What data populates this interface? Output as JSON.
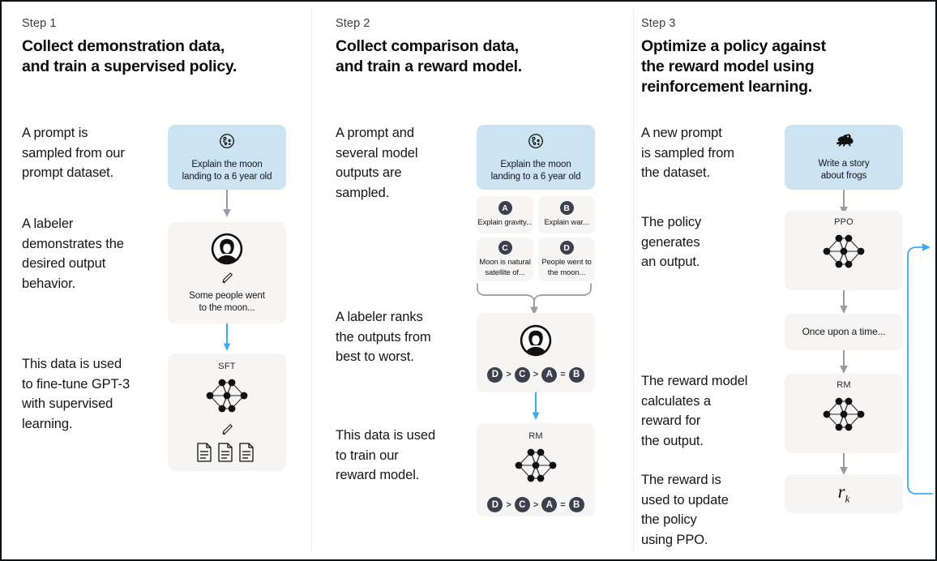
{
  "meta": {
    "title": "InstructGPT / RLHF three-step training diagram",
    "accent_blue": "#cce3f2",
    "panel_gray": "#f6f5f3",
    "arrow_gray": "#9a9aa6",
    "arrow_blue": "#3fa9f5",
    "token_dark": "#3b3f4e"
  },
  "steps": [
    {
      "label": "Step 1",
      "title_lines": [
        "Collect demonstration data,",
        "and train a supervised policy."
      ],
      "paragraphs": [
        "A prompt is\nsampled from our\nprompt dataset.",
        "A labeler\ndemonstrates the\ndesired output\nbehavior.",
        "This data is used\nto fine-tune GPT-3\nwith supervised\nlearning."
      ],
      "prompt_box": {
        "icon": "moon-icon",
        "caption": "Explain the moon\nlanding to a 6 year old"
      },
      "labeler_box": {
        "icon": "labeler-avatar-icon",
        "sub_icon": "pencil-icon",
        "caption": "Some people went\nto the moon..."
      },
      "model_box": {
        "label": "SFT",
        "icon": "neural-network-icon",
        "sub_icon": "pencil-icon",
        "docs_icon": "documents-icon"
      }
    },
    {
      "label": "Step 2",
      "title_lines": [
        "Collect comparison data,",
        "and train a reward model."
      ],
      "paragraphs": [
        "A prompt and\nseveral model\noutputs are\nsampled.",
        "A labeler ranks\nthe outputs from\nbest to worst.",
        "This data is used\nto train our\nreward model."
      ],
      "prompt_box": {
        "icon": "moon-icon",
        "caption": "Explain the moon\nlanding to a 6 year old"
      },
      "options": [
        {
          "token": "A",
          "caption": "Explain gravity..."
        },
        {
          "token": "B",
          "caption": "Explain war..."
        },
        {
          "token": "C",
          "caption": "Moon is natural\nsatellite of..."
        },
        {
          "token": "D",
          "caption": "People went to\nthe moon..."
        }
      ],
      "ranking_box": {
        "icon": "labeler-avatar-icon",
        "ranking": [
          "D",
          ">",
          "C",
          ">",
          "A",
          "=",
          "B"
        ]
      },
      "reward_box": {
        "label": "RM",
        "icon": "neural-network-icon",
        "ranking": [
          "D",
          ">",
          "C",
          ">",
          "A",
          "=",
          "B"
        ]
      }
    },
    {
      "label": "Step 3",
      "title_lines": [
        "Optimize a policy against",
        "the reward model using",
        "reinforcement learning."
      ],
      "paragraphs": [
        "A new prompt\nis sampled from\nthe dataset.",
        "The policy\ngenerates\nan output.",
        "The reward model\ncalculates a\nreward for\nthe output.",
        "The reward is\nused to update\nthe policy\nusing PPO."
      ],
      "prompt_box": {
        "icon": "frog-icon",
        "caption": "Write a story\nabout frogs"
      },
      "policy_box": {
        "label": "PPO",
        "icon": "neural-network-icon"
      },
      "output_box": {
        "caption": "Once upon a time..."
      },
      "reward_box": {
        "label": "RM",
        "icon": "neural-network-icon"
      },
      "reward_value_box": {
        "symbol": "r",
        "subscript": "k"
      }
    }
  ]
}
